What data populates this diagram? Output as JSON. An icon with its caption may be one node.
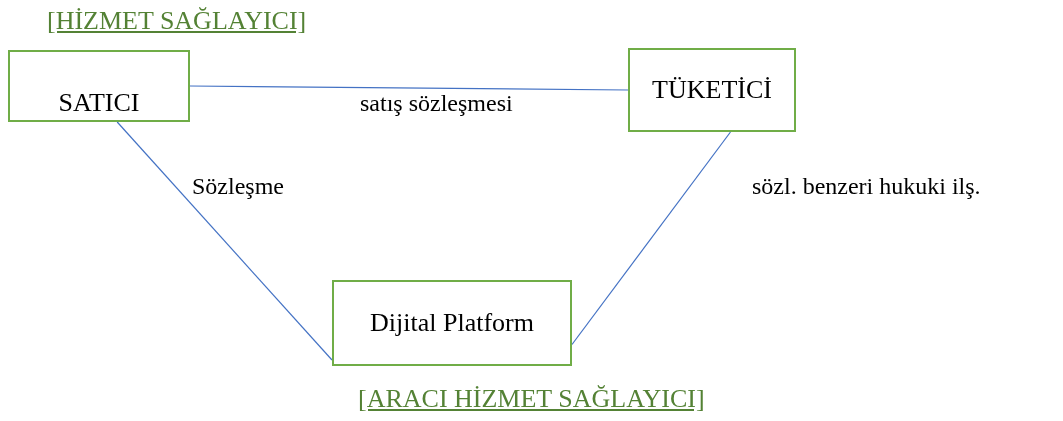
{
  "diagram": {
    "nodes": [
      {
        "text": [
          "[HİZMET SAĞLAYICI]",
          "SATICI"
        ]
      },
      {
        "text": [
          "TÜKETİCİ"
        ]
      },
      {
        "text": [
          "Dijital Platform",
          "[ARACI HİZMET SAĞLAYICI]"
        ]
      }
    ],
    "edges": [
      {
        "from": 0,
        "to": 1,
        "arrow": "none",
        "label": "satış sözleşmesi"
      },
      {
        "from": 0,
        "to": 2,
        "arrow": "none",
        "label": "Sözleşme"
      },
      {
        "from": 1,
        "to": 2,
        "arrow": "none",
        "label": "sözl. benzeri hukuki ilş."
      }
    ]
  }
}
